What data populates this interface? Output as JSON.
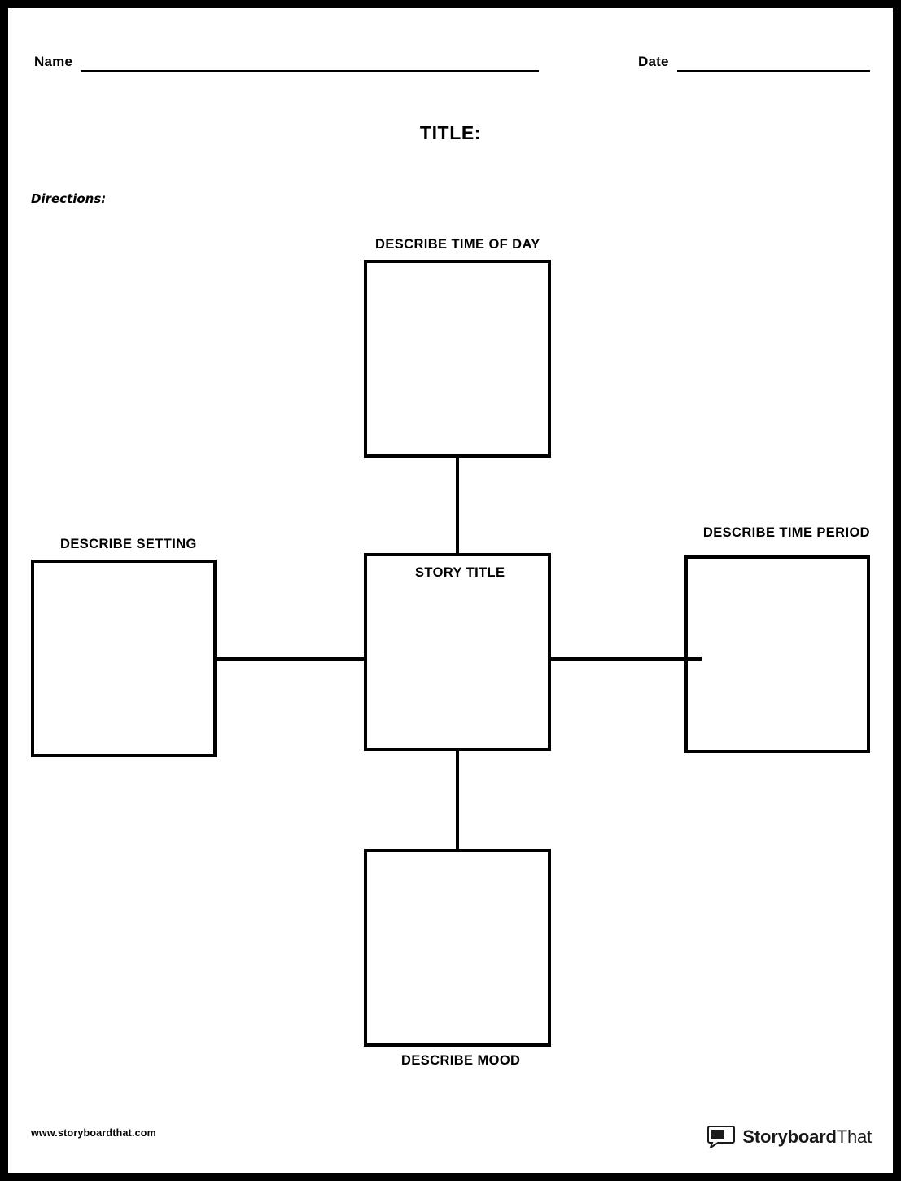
{
  "header": {
    "name_label": "Name",
    "date_label": "Date",
    "title_label": "TITLE:",
    "directions_label": "Directions:"
  },
  "diagram": {
    "top": {
      "caption": "DESCRIBE TIME OF DAY"
    },
    "center": {
      "caption": "STORY TITLE"
    },
    "left": {
      "caption": "DESCRIBE SETTING"
    },
    "right": {
      "caption": "DESCRIBE TIME PERIOD"
    },
    "bottom": {
      "caption": "DESCRIBE MOOD"
    }
  },
  "footer": {
    "url": "www.storyboardthat.com",
    "brand_first": "Storyboard",
    "brand_second": "That",
    "brand_icon": "speech-bubble-icon"
  }
}
